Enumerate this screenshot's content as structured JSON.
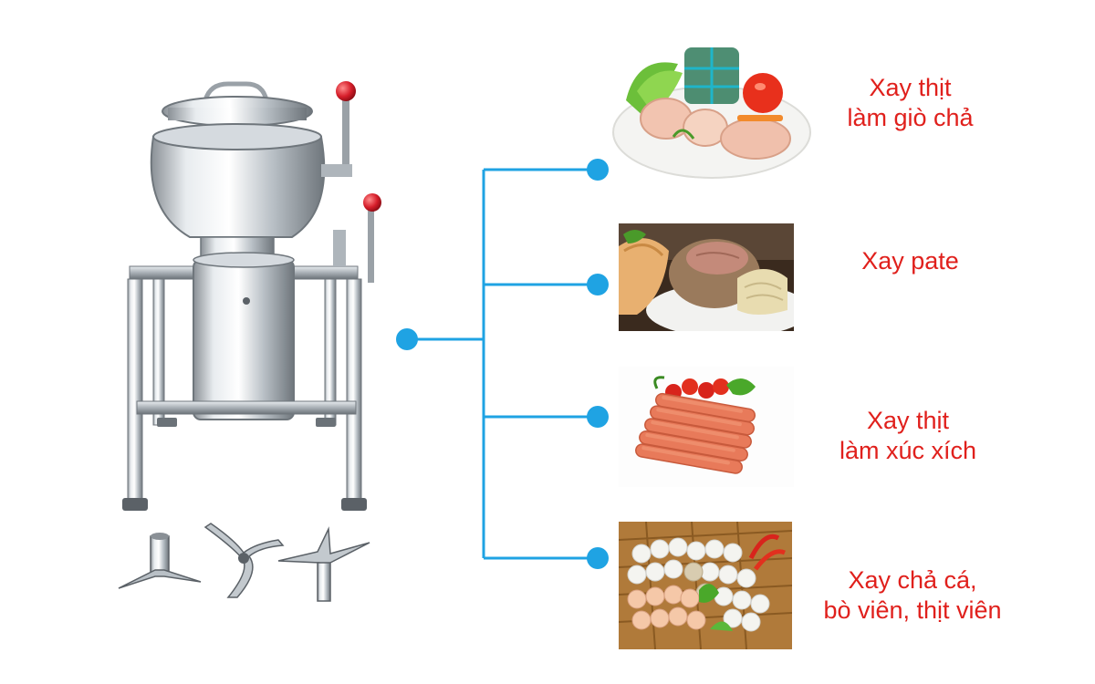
{
  "accent_color": "#1fa3e3",
  "label_color": "#e0201c",
  "machine": {
    "name_icon": "meat-grinder-machine-icon",
    "blades_icons": [
      "blade-straight-icon",
      "blade-curved-icon",
      "blade-cross-icon"
    ]
  },
  "applications": [
    {
      "lines": [
        "Xay thịt",
        "làm giò chả"
      ],
      "icon": "gio-cha-plate-icon"
    },
    {
      "lines": [
        "Xay pate"
      ],
      "icon": "pate-loaf-icon"
    },
    {
      "lines": [
        "Xay thịt",
        "làm xúc xích"
      ],
      "icon": "sausage-icon"
    },
    {
      "lines": [
        "Xay chả cá,",
        "bò viên, thịt viên"
      ],
      "icon": "meatball-tray-icon"
    }
  ]
}
